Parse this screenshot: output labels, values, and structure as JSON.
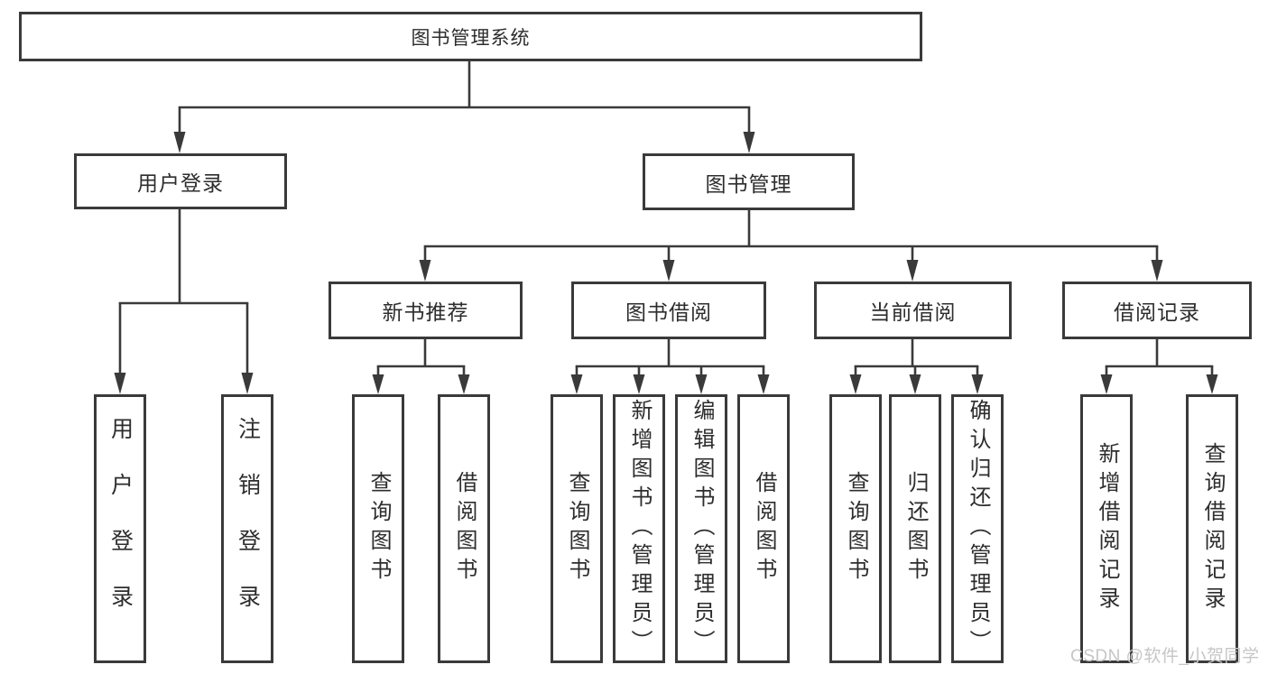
{
  "nodes": {
    "root": {
      "label": "图书管理系统"
    },
    "user_login": {
      "label": "用户登录"
    },
    "book_mgmt": {
      "label": "图书管理"
    },
    "new_book_rec": {
      "label": "新书推荐"
    },
    "book_borrow": {
      "label": "图书借阅"
    },
    "current_borrow": {
      "label": "当前借阅"
    },
    "borrow_records": {
      "label": "借阅记录"
    },
    "leaf_user_login": {
      "label": "用户登录"
    },
    "leaf_logout": {
      "label": "注销登录"
    },
    "leaf_nbr_query": {
      "label": "查询图书"
    },
    "leaf_nbr_borrow": {
      "label": "借阅图书"
    },
    "leaf_bb_query": {
      "label": "查询图书"
    },
    "leaf_bb_add": {
      "label": "新增图书（管理员）"
    },
    "leaf_bb_edit": {
      "label": "编辑图书（管理员）"
    },
    "leaf_bb_borrow": {
      "label": "借阅图书"
    },
    "leaf_cb_query": {
      "label": "查询图书"
    },
    "leaf_cb_return": {
      "label": "归还图书"
    },
    "leaf_cb_confirm": {
      "label": "确认归还（管理员）"
    },
    "leaf_br_add": {
      "label": "新增借阅记录"
    },
    "leaf_br_query": {
      "label": "查询借阅记录"
    }
  },
  "watermark": "CSDN @软件_小贺同学",
  "colors": {
    "line": "#3a3a3a",
    "text": "#2d2d2d",
    "watermark": "#c6c6c6",
    "background": "#ffffff"
  }
}
